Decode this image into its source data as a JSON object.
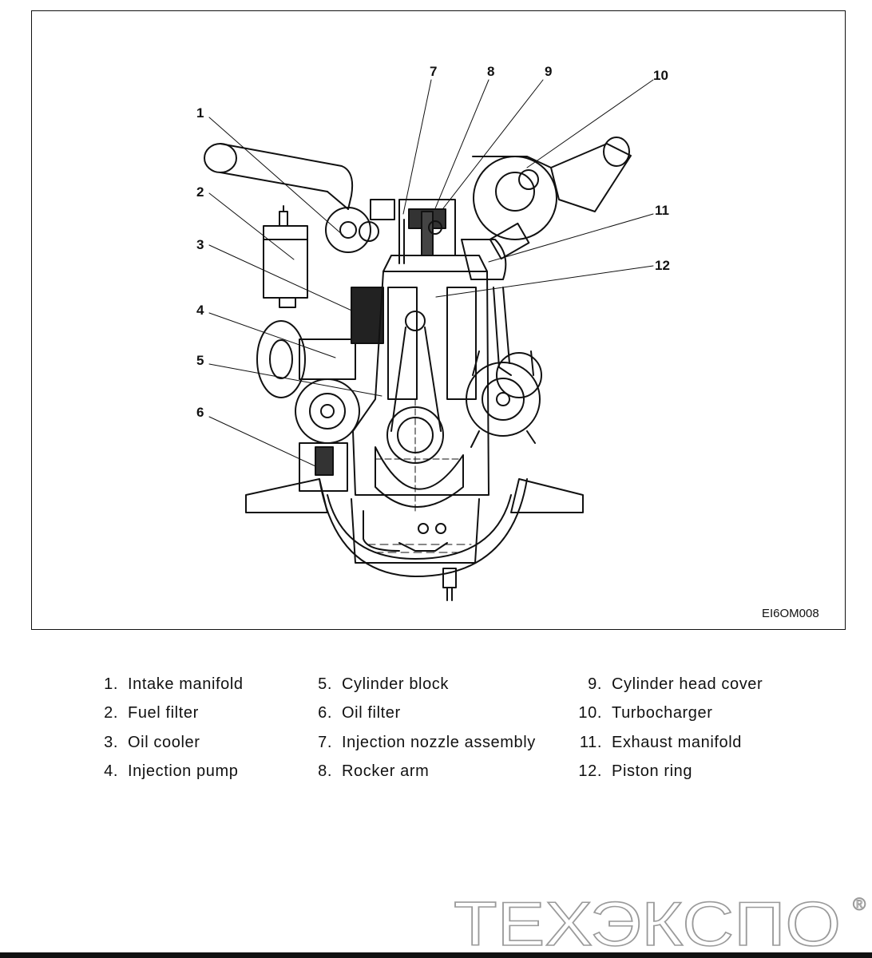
{
  "figure": {
    "code": "EI6OM008",
    "callouts": [
      "1",
      "2",
      "3",
      "4",
      "5",
      "6",
      "7",
      "8",
      "9",
      "10",
      "11",
      "12"
    ]
  },
  "legend": [
    {
      "num": "1.",
      "label": "Intake manifold"
    },
    {
      "num": "2.",
      "label": "Fuel filter"
    },
    {
      "num": "3.",
      "label": "Oil cooler"
    },
    {
      "num": "4.",
      "label": "Injection pump"
    },
    {
      "num": "5.",
      "label": "Cylinder block"
    },
    {
      "num": "6.",
      "label": "Oil filter"
    },
    {
      "num": "7.",
      "label": "Injection nozzle assembly"
    },
    {
      "num": "8.",
      "label": "Rocker arm"
    },
    {
      "num": "9.",
      "label": "Cylinder head cover"
    },
    {
      "num": "10.",
      "label": "Turbocharger"
    },
    {
      "num": "11.",
      "label": "Exhaust manifold"
    },
    {
      "num": "12.",
      "label": "Piston ring"
    }
  ],
  "watermark": {
    "text": "ТЕХЭКСПО",
    "mark": "®"
  },
  "colors": {
    "line": "#111111",
    "fill": "#ffffff",
    "shade": "#555555"
  }
}
